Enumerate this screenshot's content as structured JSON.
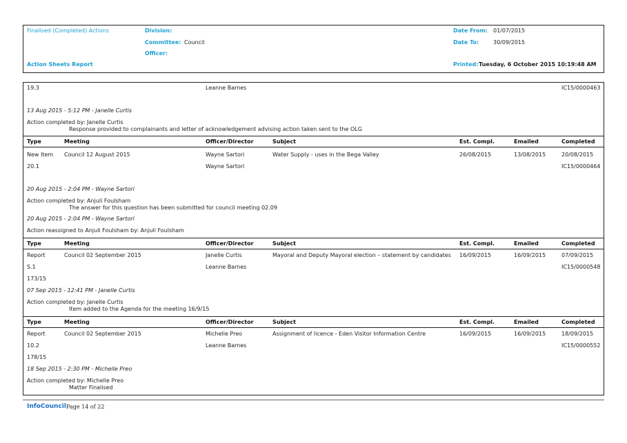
{
  "header": {
    "report_type": "Finalised (Completed) Actions",
    "report_name": "Action Sheets Report",
    "division_label": "Division:",
    "committee_label": "Committee:",
    "committee_value": "Council",
    "officer_label": "Officer:",
    "date_from_label": "Date From:",
    "date_from_value": "01/07/2015",
    "date_to_label": "Date To:",
    "date_to_value": "30/09/2015",
    "printed_label": "Printed:",
    "printed_value": "Tuesday, 6 October 2015  10:19:48 AM"
  },
  "columns": [
    "Type",
    "Meeting",
    "Officer/Director",
    "Subject",
    "Est. Compl.",
    "Emailed",
    "Completed"
  ],
  "continuation": {
    "item": "19.3",
    "officer": "Leanne Barnes",
    "ref": "IC15/0000463",
    "note_head": "13 Aug 2015 - 5:12 PM - Janelle Curtis",
    "note_by": "Action completed by: Janelle Curtis",
    "note_text": "Response provided to complainants and letter of acknowledgement advising action taken sent to the OLG"
  },
  "records": [
    {
      "type": "New Item",
      "meeting": "Council 12 August 2015",
      "director": "Wayne Sartori",
      "subject": "Water Supply - uses in the Bega Valley",
      "est": "26/08/2015",
      "emailed": "13/08/2015",
      "completed": "20/08/2015",
      "item": "20.1",
      "officer": "Wayne Sartori",
      "ref": "IC15/0000464",
      "note1_head": "20 Aug 2015 - 2:04 PM - Wayne Sartori",
      "note1_by": "Action completed by: Anjuli Foulsham",
      "note1_text": "The answer for this question has been submitted for council meeting 02.09",
      "note2_head": "20 Aug 2015 - 2:04 PM - Wayne Sartori",
      "note2_by": "Action reassigned to Anjuli Foulsham by: Anjuli Foulsham"
    },
    {
      "type": "Report",
      "meeting": "Council 02 September 2015",
      "director": "Janelle Curtis",
      "subject": "Mayoral and Deputy Mayoral election – statement by candidates",
      "est": "16/09/2015",
      "emailed": "16/09/2015",
      "completed": "07/09/2015",
      "item": "S.1",
      "officer": "Leanne Barnes",
      "ref": "IC15/0000548",
      "number": "173/15",
      "note1_head": "07 Sep 2015 - 12:41 PM - Janelle Curtis",
      "note1_by": "Action completed by: Janelle Curtis",
      "note1_text": "Item added to the Agenda for the meeting 16/9/15"
    },
    {
      "type": "Report",
      "meeting": "Council 02 September 2015",
      "director": "Michelle Preo",
      "subject": "Assignment of licence - Eden Visitor Information Centre",
      "est": "16/09/2015",
      "emailed": "16/09/2015",
      "completed": "18/09/2015",
      "item": "10.2",
      "officer": "Leanne Barnes",
      "ref": "IC15/0000552",
      "number": "178/15",
      "note1_head": "18 Sep 2015 - 2:30 PM - Michelle Preo",
      "note1_by": "Action completed by: Michelle Preo",
      "note1_text": "Matter Finalised"
    }
  ],
  "footer": {
    "brand": "InfoCouncil",
    "page": "Page 14 of 22"
  }
}
